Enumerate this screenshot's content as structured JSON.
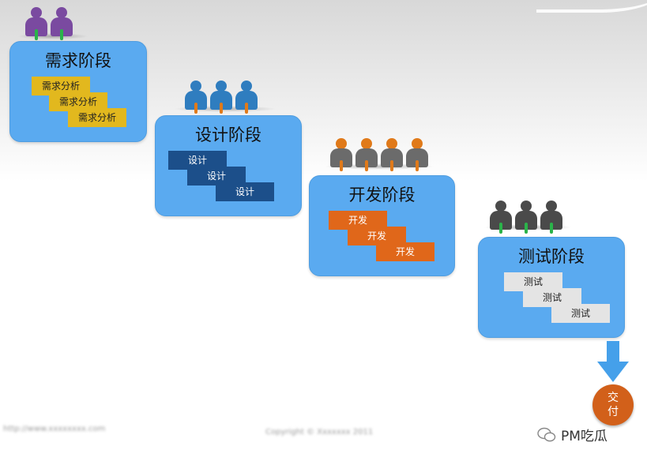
{
  "stages": [
    {
      "title": "需求阶段",
      "steps": [
        "需求分析",
        "需求分析",
        "需求分析"
      ],
      "people_count": 2,
      "person_color": "#7a4aa0",
      "tie_color": "#2bb34a",
      "step_bg": "#e2b81e",
      "step_fg": "#222222"
    },
    {
      "title": "设计阶段",
      "steps": [
        "设计",
        "设计",
        "设计"
      ],
      "people_count": 3,
      "person_color": "#2f7dbf",
      "tie_color": "#e07a1a",
      "step_bg": "#1c4f8a",
      "step_fg": "#ffffff"
    },
    {
      "title": "开发阶段",
      "steps": [
        "开发",
        "开发",
        "开发"
      ],
      "people_count": 4,
      "person_color": "#6b6b6b",
      "head_color": "#e07a1a",
      "tie_color": "#e07a1a",
      "step_bg": "#e0671a",
      "step_fg": "#ffffff"
    },
    {
      "title": "测试阶段",
      "steps": [
        "测试",
        "测试",
        "测试"
      ],
      "people_count": 3,
      "person_color": "#4a4a4a",
      "tie_color": "#2bb34a",
      "step_bg": "#e4e4e4",
      "step_fg": "#222222"
    }
  ],
  "deliver": {
    "label": "交付",
    "color": "#d2601a"
  },
  "arrow_color": "#45a0ea",
  "footer": {
    "brand": "PM吃瓜",
    "left_blur": "http://www.xxxxxxxx.com",
    "center_blur": "Copyright © Xxxxxxx 2011"
  },
  "stage_color": "#5aaaf0"
}
